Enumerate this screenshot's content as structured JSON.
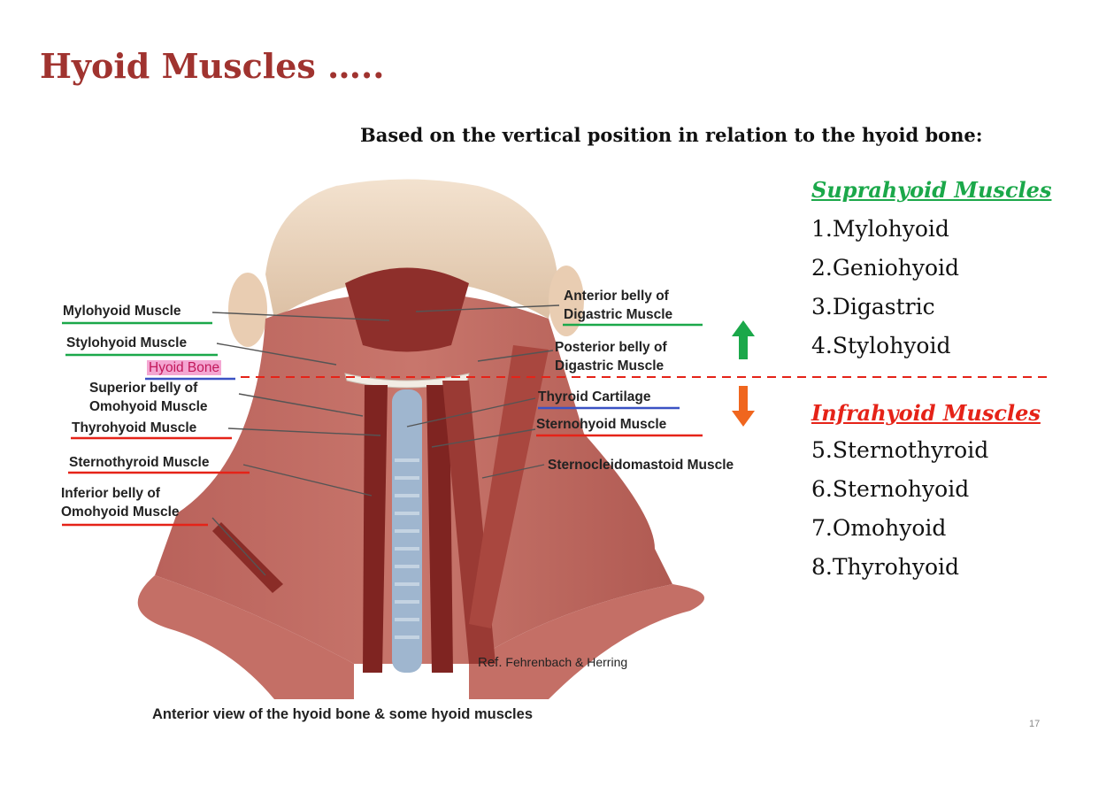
{
  "title": "Hyoid Muscles …..",
  "subtitle": "Based on the vertical position in relation to the hyoid bone:",
  "suprahyoid": {
    "heading": "Suprahyoid Muscles",
    "items": [
      "1.Mylohyoid",
      "2.Geniohyoid",
      "3.Digastric",
      "4.Stylohyoid"
    ]
  },
  "infrahyoid": {
    "heading": "Infrahyoid Muscles",
    "items": [
      "5.Sternothyroid",
      "6.Sternohyoid",
      "7.Omohyoid",
      "8.Thyrohyoid"
    ]
  },
  "figure": {
    "labels_left": {
      "mylohyoid": "Mylohyoid Muscle",
      "stylohyoid": "Stylohyoid Muscle",
      "hyoid_bone": "Hyoid Bone",
      "superior_belly_1": "Superior belly of",
      "superior_belly_2": "Omohyoid Muscle",
      "thyrohyoid": "Thyrohyoid Muscle",
      "sternothyroid": "Sternothyroid Muscle",
      "inferior_belly_1": "Inferior belly of",
      "inferior_belly_2": "Omohyoid Muscle"
    },
    "labels_right": {
      "anterior_belly_1": "Anterior belly of",
      "anterior_belly_2": "Digastric Muscle",
      "posterior_belly_1": "Posterior belly of",
      "posterior_belly_2": "Digastric Muscle",
      "thyroid_cartilage": "Thyroid Cartilage",
      "sternohyoid": "Sternohyoid Muscle",
      "sternocleidomastoid": "Sternocleidomastoid Muscle"
    },
    "ref_prefix": "Ref.",
    "ref_text": "Fehrenbach & Herring",
    "caption": "Anterior view of the hyoid bone & some hyoid muscles"
  },
  "colors": {
    "title": "#a0332f",
    "suprahyoid": "#1ba84a",
    "infrahyoid": "#e52318",
    "up_arrow": "#1ba84a",
    "down_arrow": "#f0661e",
    "divider": "#e52318",
    "hyoid_highlight": "#f4a6d2"
  },
  "page_number": "17"
}
